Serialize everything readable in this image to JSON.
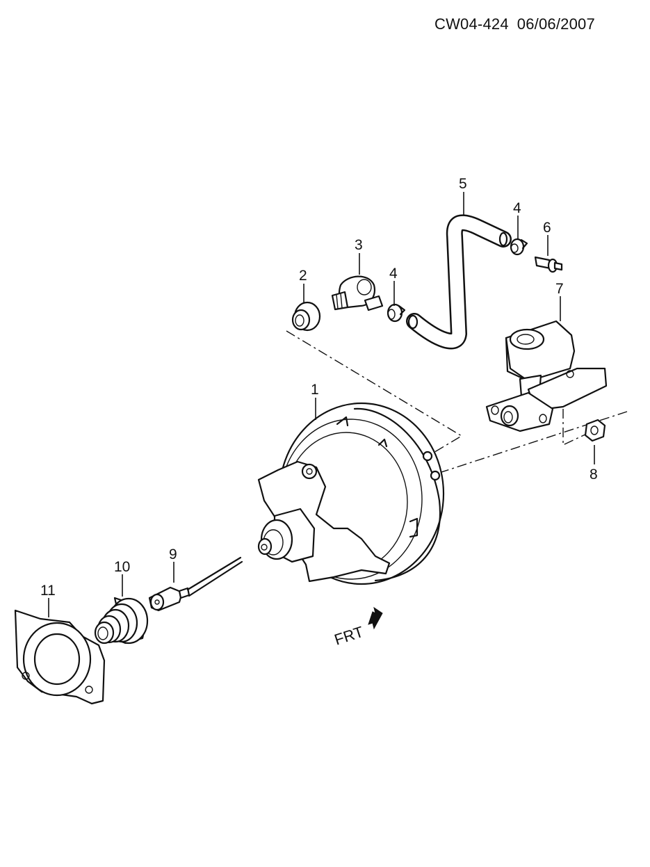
{
  "header": {
    "code": "CW04-424",
    "date": "06/06/2007"
  },
  "callouts": [
    "1",
    "2",
    "3",
    "4",
    "4",
    "5",
    "6",
    "7",
    "8",
    "9",
    "10",
    "11"
  ],
  "direction_label": "FRT"
}
